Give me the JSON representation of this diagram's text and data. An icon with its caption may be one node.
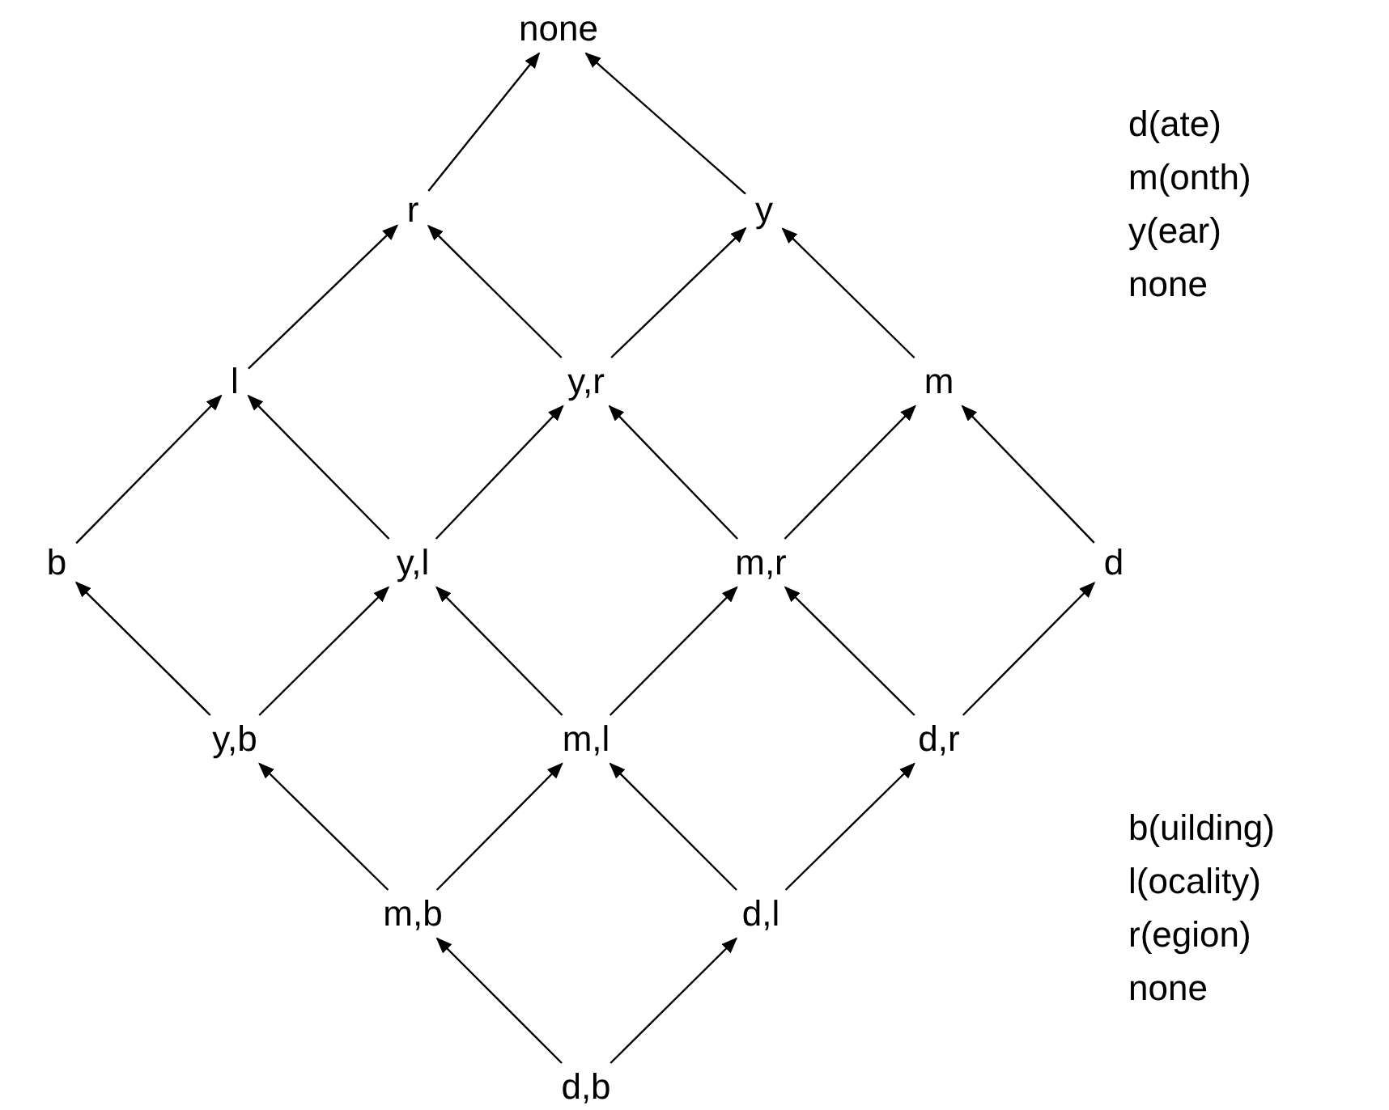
{
  "diagram": {
    "nodes": [
      {
        "text": [
          "none"
        ]
      },
      {
        "text": [
          "r"
        ]
      },
      {
        "text": [
          "y"
        ]
      },
      {
        "text": [
          "l"
        ]
      },
      {
        "text": [
          "y,r"
        ]
      },
      {
        "text": [
          "m"
        ]
      },
      {
        "text": [
          "b"
        ]
      },
      {
        "text": [
          "y,l"
        ]
      },
      {
        "text": [
          "m,r"
        ]
      },
      {
        "text": [
          "d"
        ]
      },
      {
        "text": [
          "y,b"
        ]
      },
      {
        "text": [
          "m,l"
        ]
      },
      {
        "text": [
          "d,r"
        ]
      },
      {
        "text": [
          "m,b"
        ]
      },
      {
        "text": [
          "d,l"
        ]
      },
      {
        "text": [
          "d,b"
        ]
      }
    ],
    "edges": [
      {
        "from": 1,
        "to": 0,
        "arrow": "to"
      },
      {
        "from": 2,
        "to": 0,
        "arrow": "to"
      },
      {
        "from": 3,
        "to": 1,
        "arrow": "to"
      },
      {
        "from": 4,
        "to": 1,
        "arrow": "to"
      },
      {
        "from": 4,
        "to": 2,
        "arrow": "to"
      },
      {
        "from": 5,
        "to": 2,
        "arrow": "to"
      },
      {
        "from": 6,
        "to": 3,
        "arrow": "to"
      },
      {
        "from": 7,
        "to": 3,
        "arrow": "to"
      },
      {
        "from": 7,
        "to": 4,
        "arrow": "to"
      },
      {
        "from": 8,
        "to": 4,
        "arrow": "to"
      },
      {
        "from": 8,
        "to": 5,
        "arrow": "to"
      },
      {
        "from": 9,
        "to": 5,
        "arrow": "to"
      },
      {
        "from": 10,
        "to": 6,
        "arrow": "to"
      },
      {
        "from": 10,
        "to": 7,
        "arrow": "to"
      },
      {
        "from": 11,
        "to": 7,
        "arrow": "to"
      },
      {
        "from": 11,
        "to": 8,
        "arrow": "to"
      },
      {
        "from": 12,
        "to": 8,
        "arrow": "to"
      },
      {
        "from": 12,
        "to": 9,
        "arrow": "to"
      },
      {
        "from": 13,
        "to": 10,
        "arrow": "to"
      },
      {
        "from": 13,
        "to": 11,
        "arrow": "to"
      },
      {
        "from": 14,
        "to": 11,
        "arrow": "to"
      },
      {
        "from": 14,
        "to": 12,
        "arrow": "to"
      },
      {
        "from": 15,
        "to": 13,
        "arrow": "to"
      },
      {
        "from": 15,
        "to": 14,
        "arrow": "to"
      }
    ],
    "labels": [
      "d(ate)",
      "m(onth)",
      "y(ear)",
      "none",
      "b(uilding)",
      "l(ocality)",
      "r(egion)",
      "none"
    ]
  }
}
